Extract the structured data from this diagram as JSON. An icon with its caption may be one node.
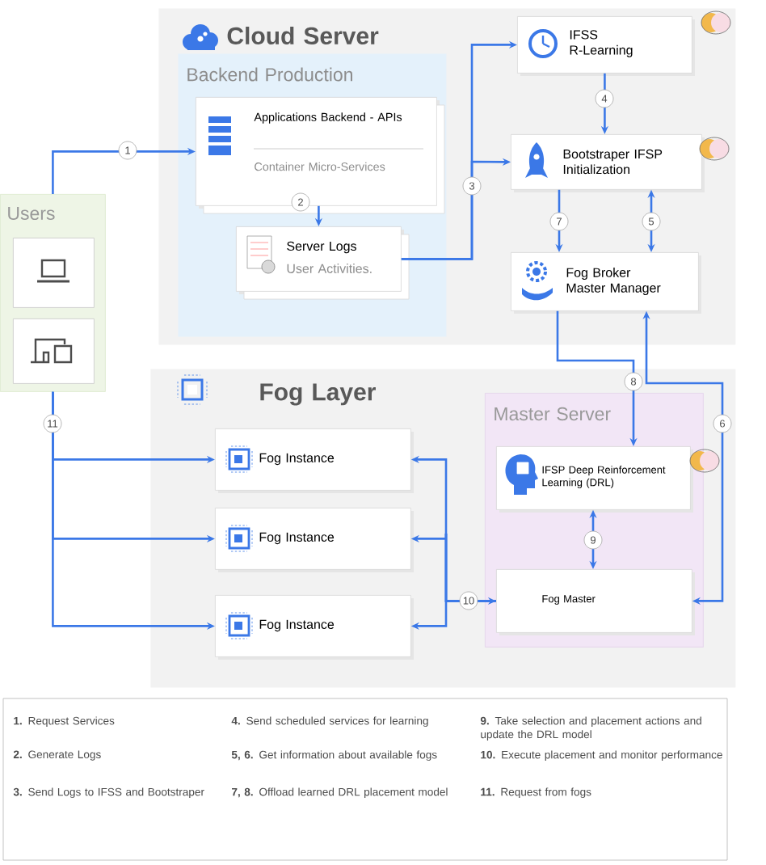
{
  "diagram": {
    "nodes": [
      {
        "text": [
          "Cloud Server"
        ]
      },
      {
        "text": [
          "Backend Production"
        ],
        "in": 0
      },
      {
        "text": [
          "Applications Backend - APIs",
          "Container Micro-Services"
        ],
        "in": 1
      },
      {
        "text": [
          "Server Logs",
          "User Activities."
        ],
        "in": 1
      },
      {
        "text": [
          "IFSS R-Learning"
        ],
        "in": 0
      },
      {
        "text": [
          "Bootstraper IFSP Initialization"
        ],
        "in": 0
      },
      {
        "text": [
          "Fog Broker Master Manager"
        ],
        "in": 0
      },
      {
        "text": [
          "Users"
        ]
      },
      {
        "text": [],
        "shape": "box",
        "in": 7
      },
      {
        "text": [],
        "shape": "box",
        "in": 7
      },
      {
        "text": [
          "Fog Layer"
        ]
      },
      {
        "text": [
          "Fog Instance"
        ],
        "in": 10
      },
      {
        "text": [
          "Fog Instance"
        ],
        "in": 10
      },
      {
        "text": [
          "Fog Instance"
        ],
        "in": 10
      },
      {
        "text": [
          "Master Server"
        ],
        "in": 10
      },
      {
        "text": [
          "IFSP Deep Reinforcement Learning (DRL)"
        ],
        "in": 14
      },
      {
        "text": [
          "Fog Master"
        ],
        "in": 14
      }
    ],
    "edges": [
      {
        "from": 7,
        "to": 2,
        "arrow": "to",
        "label": "1"
      },
      {
        "from": 2,
        "to": 3,
        "arrow": "to",
        "label": "2"
      },
      {
        "from": 3,
        "to": 4,
        "arrow": "to",
        "label": "3"
      },
      {
        "from": 3,
        "to": 5,
        "arrow": "to"
      },
      {
        "from": 4,
        "to": 5,
        "arrow": "to",
        "label": "4"
      },
      {
        "from": 6,
        "to": 5,
        "arrow": "both",
        "label": "5"
      },
      {
        "from": 5,
        "to": 6,
        "arrow": "to",
        "label": "7"
      },
      {
        "from": 6,
        "to": 15,
        "arrow": "to",
        "label": "8"
      },
      {
        "from": 16,
        "to": 6,
        "arrow": "both",
        "label": "6"
      },
      {
        "from": 15,
        "to": 16,
        "arrow": "both",
        "label": "9"
      },
      {
        "from": 16,
        "to": 11,
        "arrow": "both",
        "label": "10"
      },
      {
        "from": 16,
        "to": 12,
        "arrow": "to"
      },
      {
        "from": 16,
        "to": 13,
        "arrow": "to"
      },
      {
        "from": 7,
        "to": 11,
        "arrow": "to",
        "label": "11"
      },
      {
        "from": 7,
        "to": 12,
        "arrow": "to"
      },
      {
        "from": 7,
        "to": 13,
        "arrow": "to"
      }
    ],
    "labels": [
      "**1.** Request Services",
      "**4.** Send scheduled services for learning",
      "**9.** Take selection and placement actions and update the DRL model",
      "**2.** Generate Logs",
      "**5, 6.** Get information about available fogs",
      "**10.** Execute placement and monitor performance",
      "**3.** Send Logs to IFSS and Bootstraper",
      "**7, 8.** Offload learned DRL placement model",
      "**11.** Request from fogs"
    ]
  }
}
